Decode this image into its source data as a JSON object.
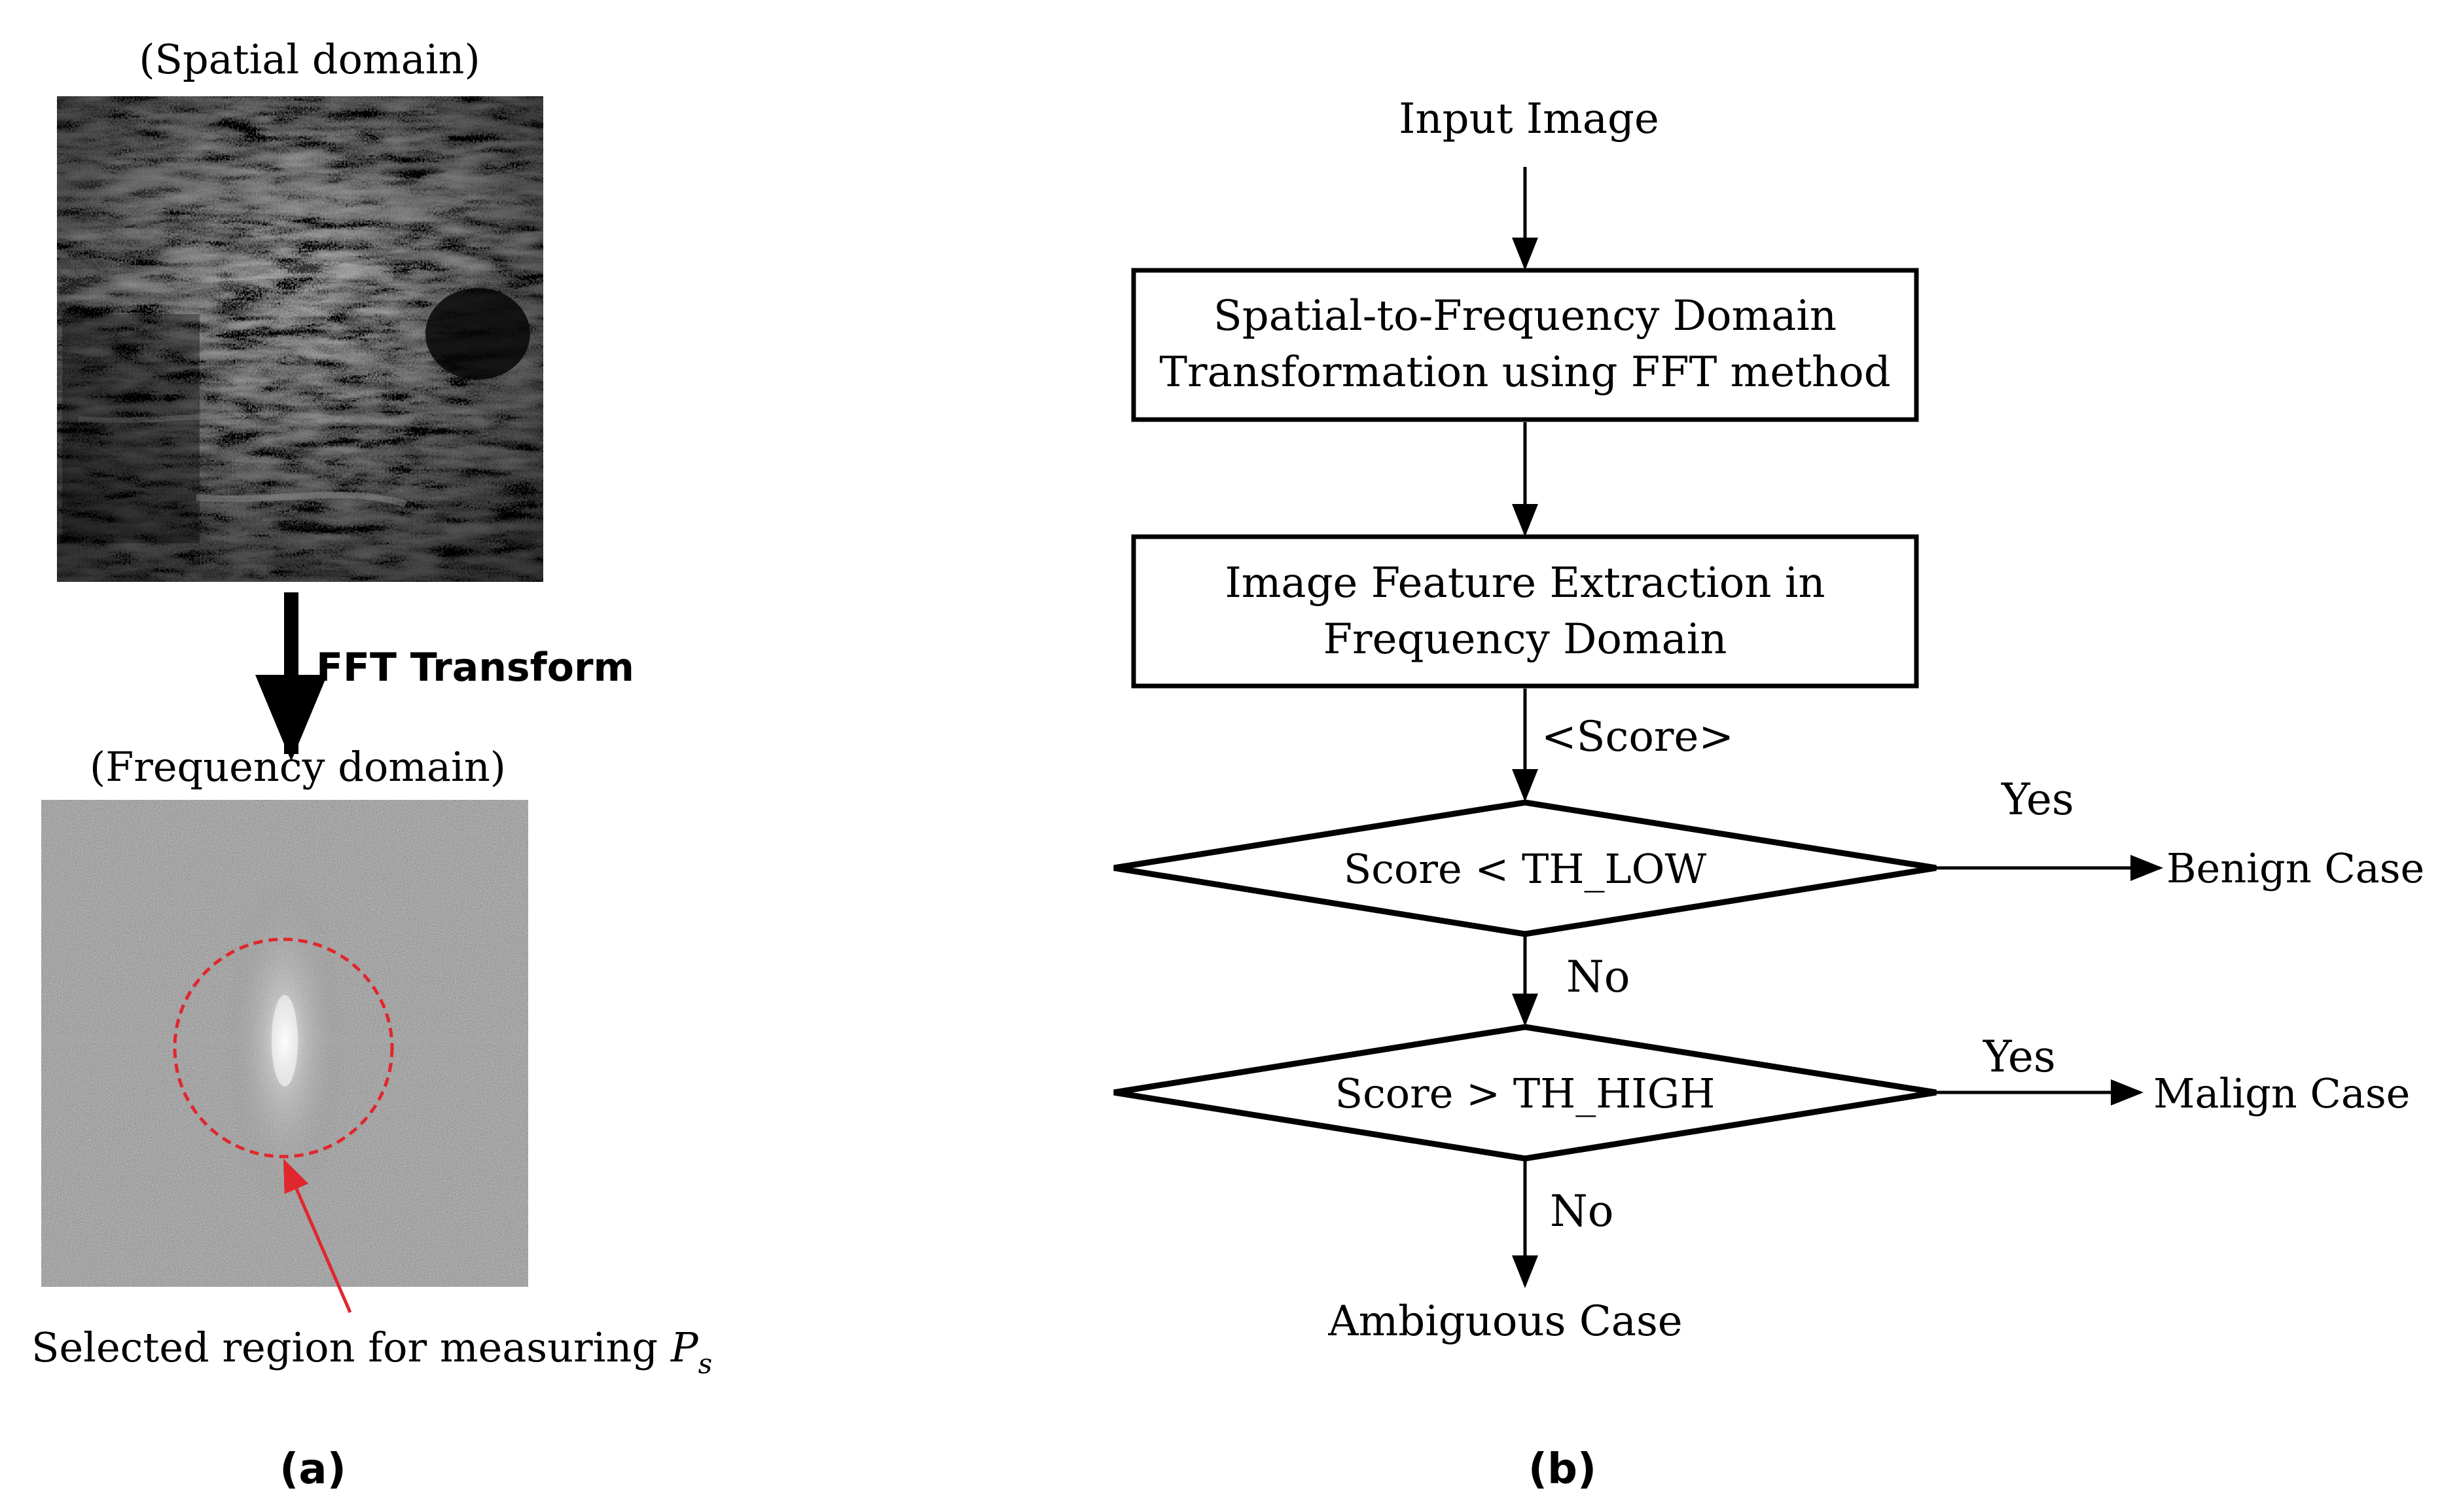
{
  "panel_a": {
    "spatial_caption": "(Spatial domain)",
    "transform_label": "FFT Transform",
    "frequency_caption": "(Frequency domain)",
    "region_label_prefix": "Selected region for measuring ",
    "region_label_var": "P",
    "region_label_sub": "s",
    "panel_label": "(a)",
    "colors": {
      "region_circle": "#e0272d",
      "pointer_arrow": "#e0272d"
    }
  },
  "panel_b": {
    "input": "Input Image",
    "step1_line1": "Spatial-to-Frequency Domain",
    "step1_line2": "Transformation using FFT method",
    "step2_line1": "Image Feature Extraction in",
    "step2_line2": "Frequency Domain",
    "score_label": "<Score>",
    "decision1": "Score < TH_LOW",
    "decision1_yes": "Yes",
    "decision1_no": "No",
    "outcome_benign": "Benign Case",
    "decision2": "Score > TH_HIGH",
    "decision2_yes": "Yes",
    "decision2_no": "No",
    "outcome_malign": "Malign Case",
    "outcome_ambiguous": "Ambiguous Case",
    "panel_label": "(b)"
  }
}
